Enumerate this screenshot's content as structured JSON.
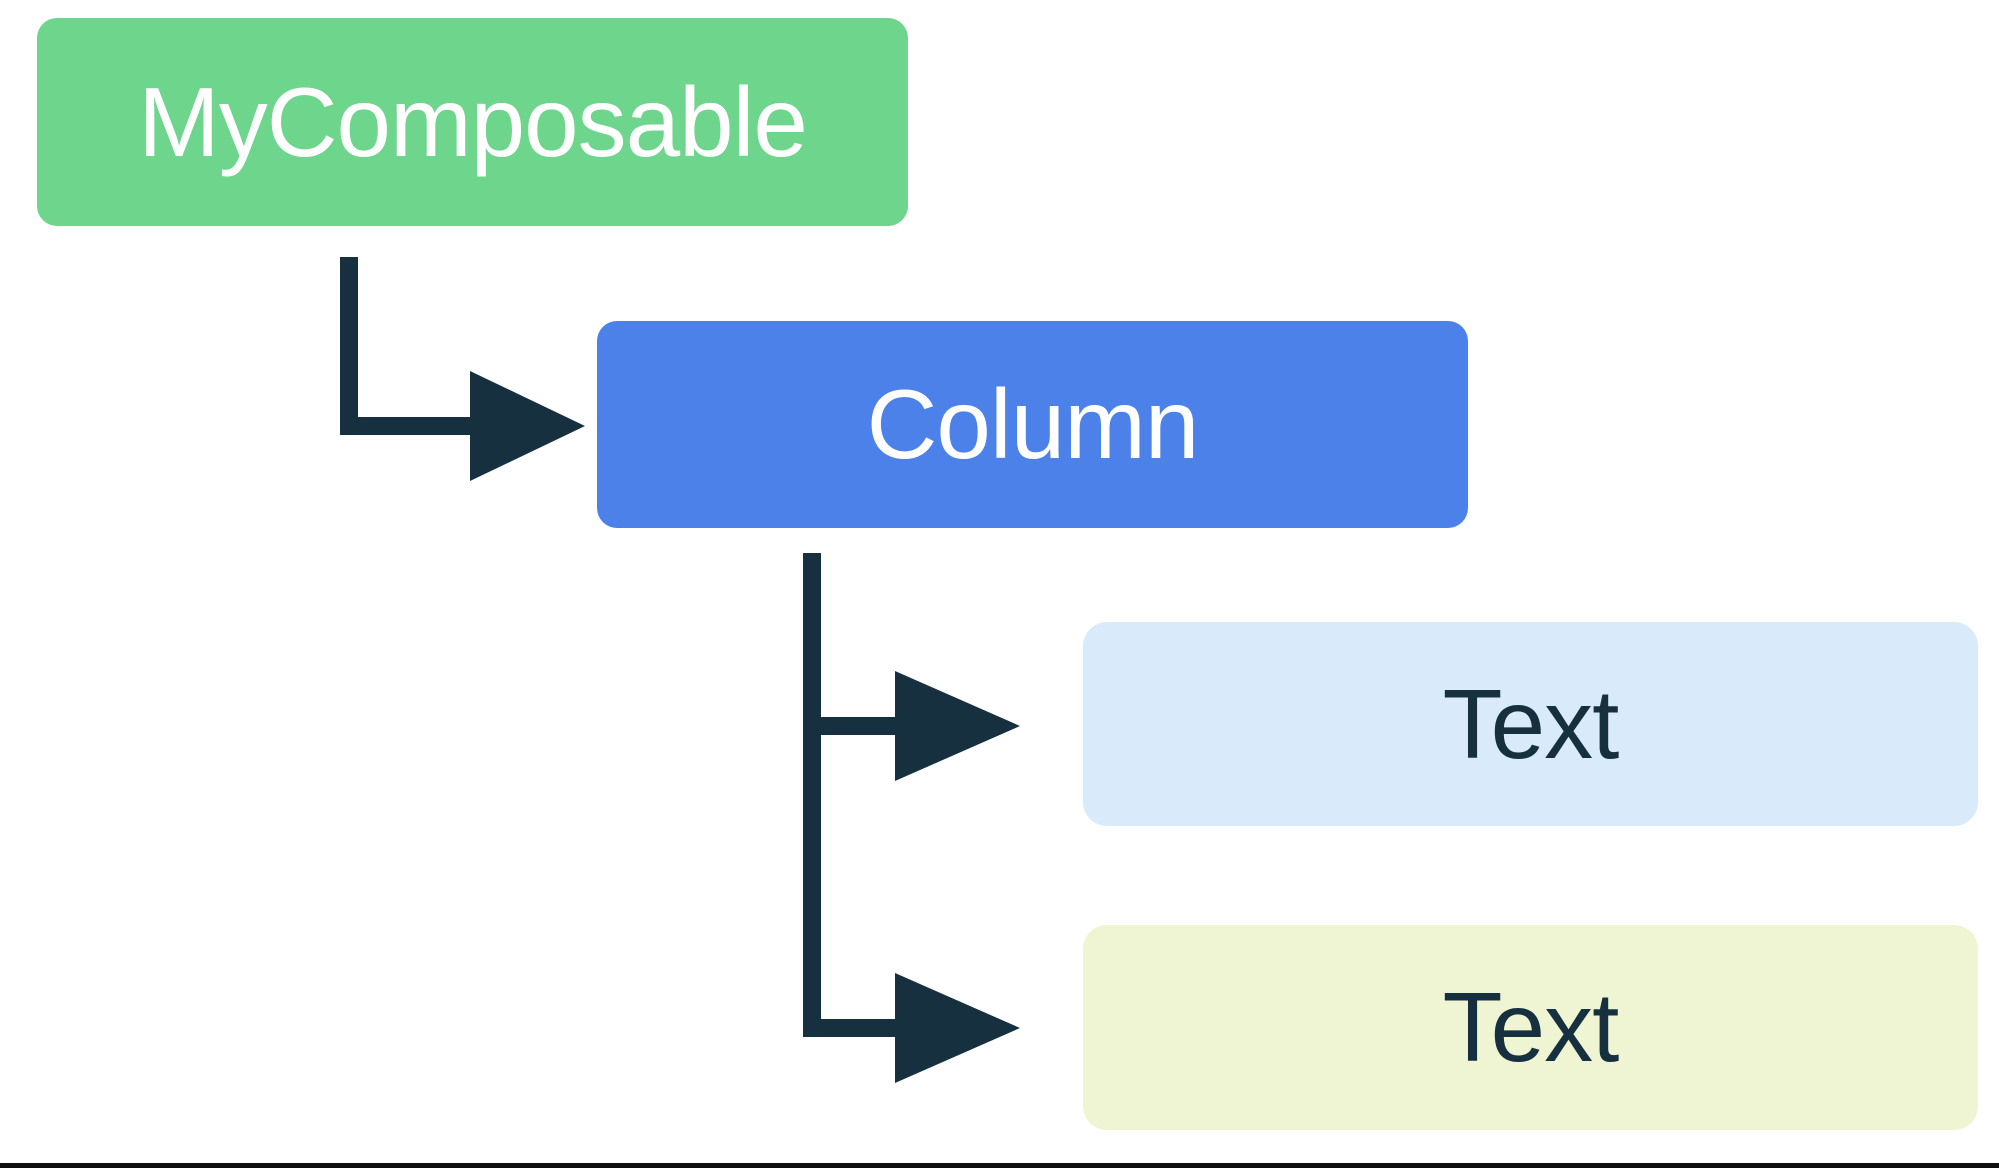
{
  "diagram": {
    "type": "tree-hierarchy",
    "nodes": [
      {
        "id": "my-composable",
        "label": "MyComposable",
        "bg": "#6DD58C",
        "fg": "#FFFFFF"
      },
      {
        "id": "column",
        "label": "Column",
        "bg": "#4C81E9",
        "fg": "#FFFFFF"
      },
      {
        "id": "text-1",
        "label": "Text",
        "bg": "#D9EBFB",
        "fg": "#16303F"
      },
      {
        "id": "text-2",
        "label": "Text",
        "bg": "#EFF4D3",
        "fg": "#16303F"
      }
    ],
    "edges": [
      {
        "from": "my-composable",
        "to": "column"
      },
      {
        "from": "column",
        "to": "text-1"
      },
      {
        "from": "column",
        "to": "text-2"
      }
    ],
    "colors": {
      "background": "#FFFFFF",
      "arrow": "#16303F",
      "bottom_border": "#0F0F0F"
    }
  }
}
